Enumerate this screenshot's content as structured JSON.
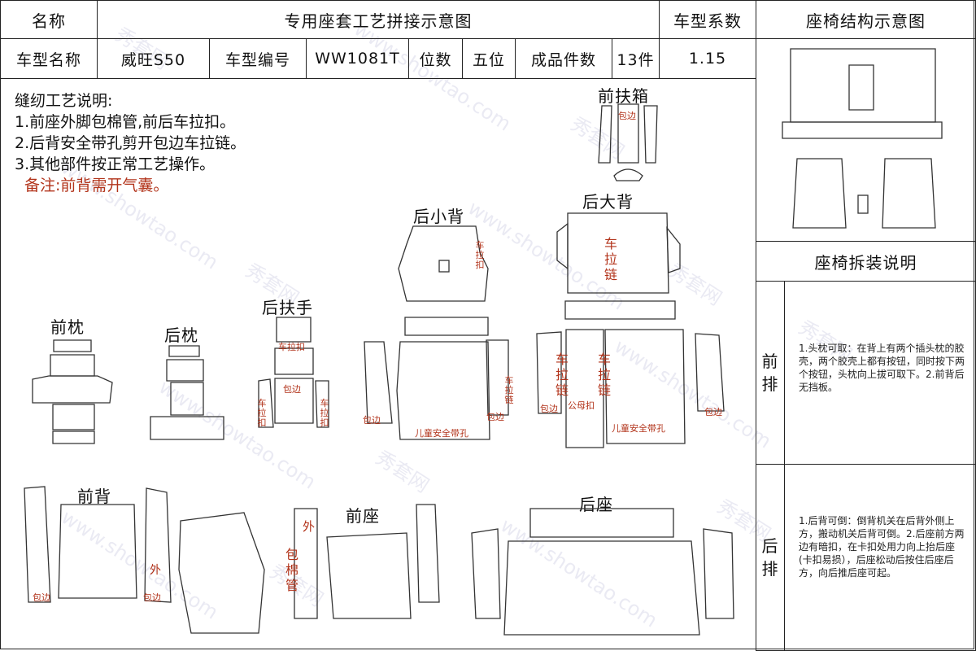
{
  "header": {
    "name_label": "名称",
    "title": "专用座套工艺拼接示意图",
    "coef_label": "车型系数",
    "struct_title": "座椅结构示意图",
    "model_name_label": "车型名称",
    "model_name": "威旺S50",
    "model_code_label": "车型编号",
    "model_code": "WW1081T",
    "seats_label": "位数",
    "seats_value": "五位",
    "pieces_label": "成品件数",
    "pieces_value": "13件",
    "coef_value": "1.15"
  },
  "instructions": {
    "title": "缝纫工艺说明:",
    "line1": "1.前座外脚包棉管,前后车拉扣。",
    "line2": "2.后背安全带孔剪开包边车拉链。",
    "line3": "3.其他部件按正常工艺操作。",
    "note": "备注:前背需开气囊。"
  },
  "pieces": {
    "front_box": "前扶箱",
    "rear_big_back": "后大背",
    "rear_small_back": "后小背",
    "rear_armrest": "后扶手",
    "front_headrest": "前枕",
    "rear_headrest": "后枕",
    "front_back": "前背",
    "front_seat": "前座",
    "rear_seat": "后座"
  },
  "marks": {
    "pull_buckle": "车拉扣",
    "zipper": "车拉链",
    "binding": "包边",
    "child_belt": "儿童安全带孔",
    "mother_buckle": "公母扣",
    "outer": "外",
    "cotton_tube": "包棉管",
    "zipper_short": "车拉链"
  },
  "right_panel": {
    "disassembly_title": "座椅拆装说明",
    "front_row_label": "前排",
    "front_row_text": "1.头枕可取：在背上有两个插头枕的胶壳，两个胶壳上都有按钮，同时按下两个按钮，头枕向上拔可取下。2.前背后无挡板。",
    "rear_row_label": "后排",
    "rear_row_text": "1.后背可倒：倒背机关在后背外侧上方，搬动机关后背可倒。2.后座前方两边有暗扣，在卡扣处用力向上抬后座(卡扣易损），后座松动后按住后座后方，向后推后座可起。"
  },
  "watermark": {
    "text_a": "秀套网",
    "text_b": "www.showtao.com"
  },
  "colors": {
    "mark_red": "#b2331a",
    "line": "#222222"
  }
}
